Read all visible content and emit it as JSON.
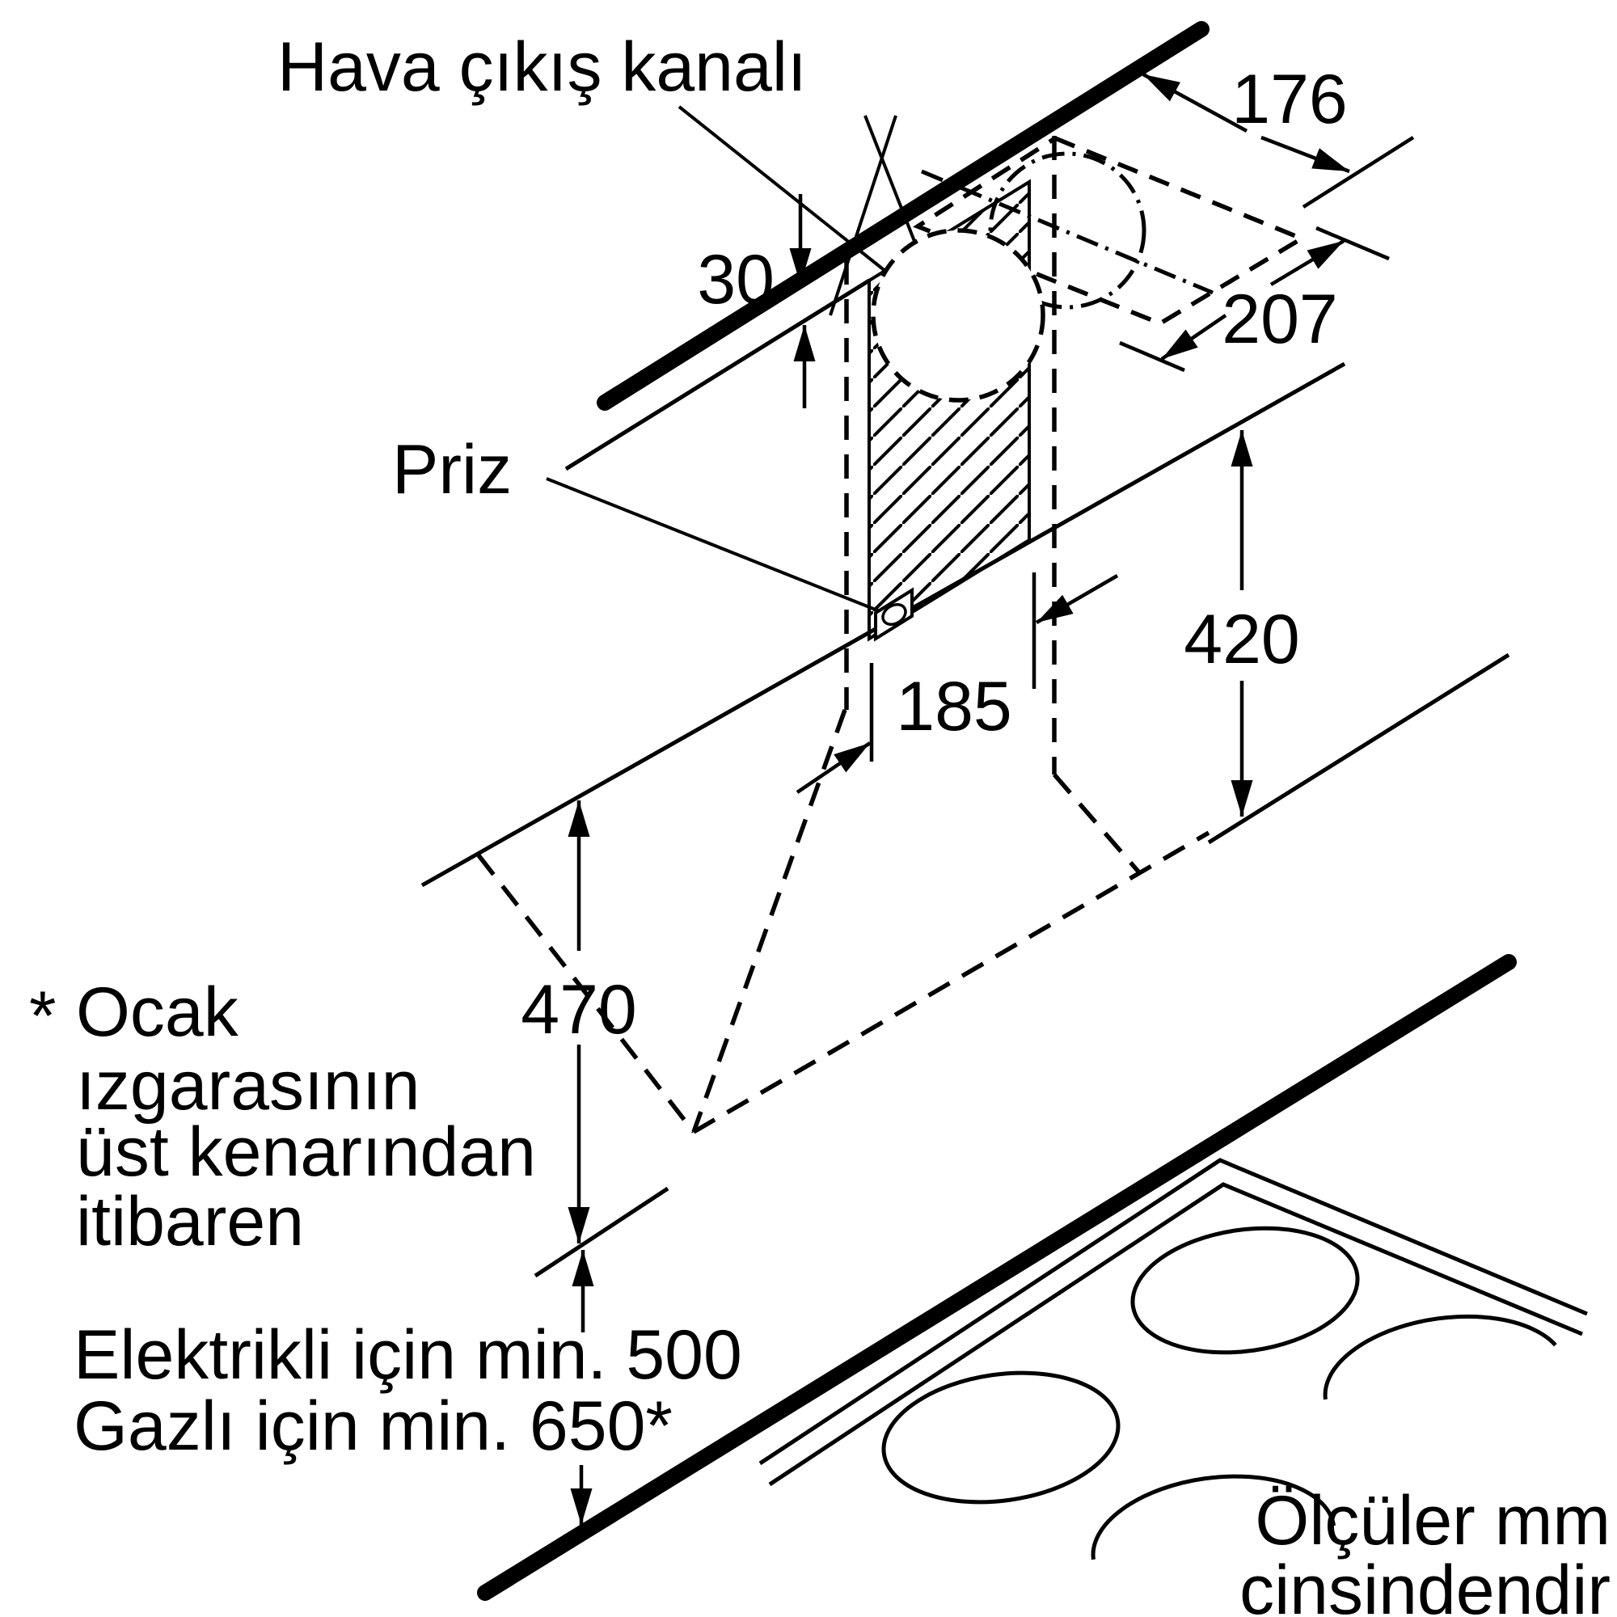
{
  "title": "Hava çıkış kanalı",
  "socket_label": "Priz",
  "dims": {
    "d30": "30",
    "d176": "176",
    "d207": "207",
    "d185": "185",
    "d420": "420",
    "d470": "470"
  },
  "note": {
    "star": "*",
    "l1": "Ocak",
    "l2": "ızgarasının",
    "l3": "üst kenarından",
    "l4": "itibaren"
  },
  "clearance": {
    "electric": "Elektrikli için min. 500",
    "gas": "Gazlı için min. 650*"
  },
  "footer": {
    "l1": "Ölçüler mm",
    "l2": "cinsindendir"
  },
  "colors": {
    "ink": "#000000",
    "background": "#ffffff"
  }
}
